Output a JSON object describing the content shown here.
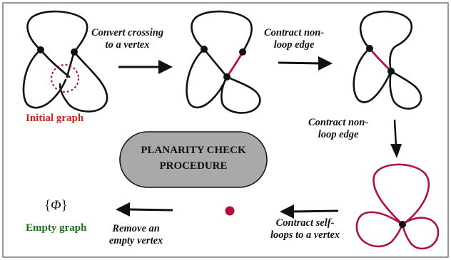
{
  "steps": {
    "convert": [
      "Convert crossing",
      "to a vertex"
    ],
    "contract1": [
      "Contract non-",
      "loop edge"
    ],
    "contract2": [
      "Contract non-",
      "loop edge"
    ],
    "contract_self": [
      "Contract self-",
      "loops to a vertex"
    ],
    "remove": [
      "Remove an",
      "empty vertex"
    ]
  },
  "captions": {
    "initial": "Initial graph",
    "empty": "Empty graph"
  },
  "procedure": [
    "PLANARITY CHECK",
    "PROCEDURE"
  ],
  "empty_set": {
    "open": "{",
    "symbol": "Φ",
    "close": "}"
  },
  "colors": {
    "stroke": "#111111",
    "accent": "#b0103a",
    "initial_caption": "#c0291f",
    "empty_caption": "#1f6b1f",
    "pill_fill": "#a9a9a9",
    "frame": "#555555"
  }
}
